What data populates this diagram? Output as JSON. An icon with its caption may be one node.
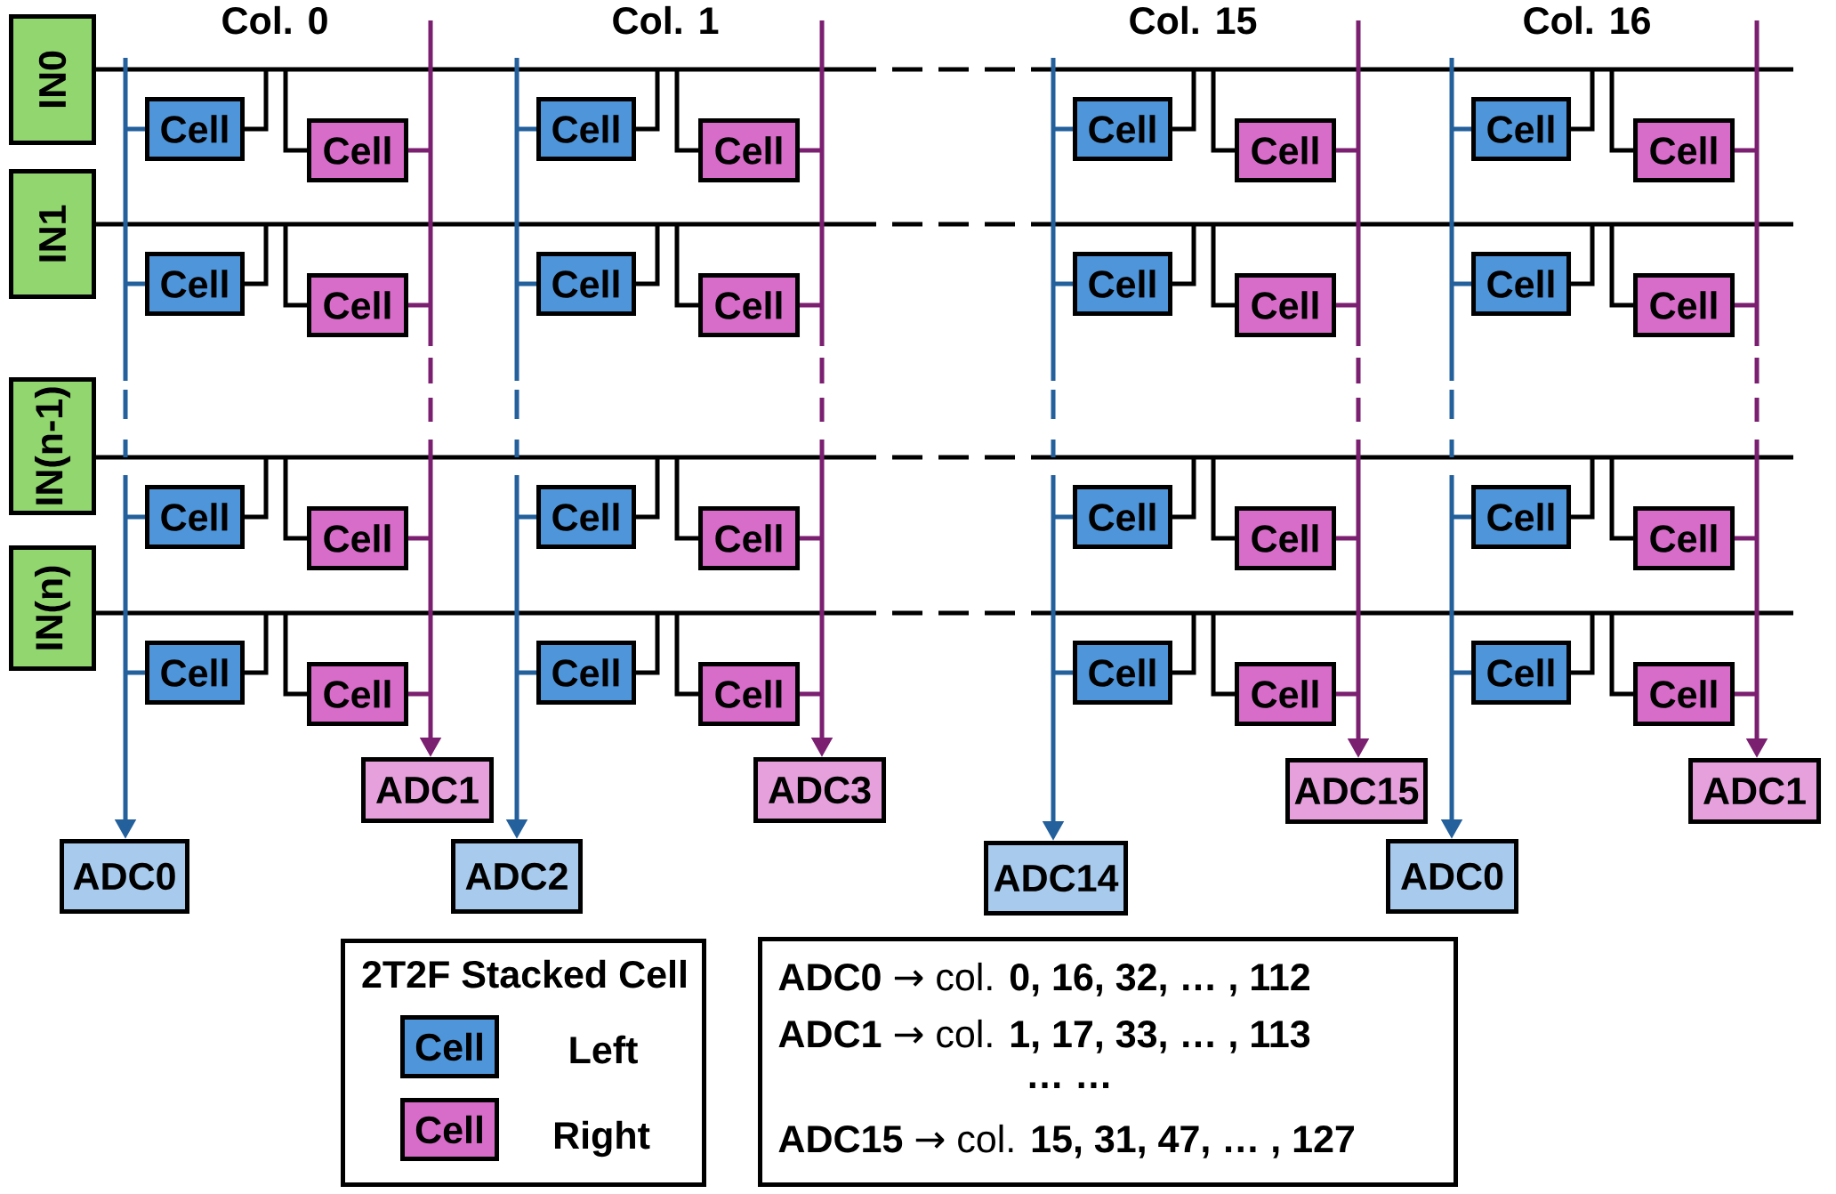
{
  "diagram": {
    "nodes": [
      {
        "text": [
          "IN0"
        ]
      },
      {
        "text": [
          "IN1"
        ]
      },
      {
        "text": [
          "IN(n-1)"
        ]
      },
      {
        "text": [
          "IN(n)"
        ]
      },
      {
        "text": [
          "Cell"
        ]
      },
      {
        "text": [
          "Cell"
        ]
      },
      {
        "text": [
          "Cell"
        ]
      },
      {
        "text": [
          "Cell"
        ]
      },
      {
        "text": [
          "Cell"
        ]
      },
      {
        "text": [
          "Cell"
        ]
      },
      {
        "text": [
          "Cell"
        ]
      },
      {
        "text": [
          "Cell"
        ]
      },
      {
        "text": [
          "Cell"
        ]
      },
      {
        "text": [
          "Cell"
        ]
      },
      {
        "text": [
          "Cell"
        ]
      },
      {
        "text": [
          "Cell"
        ]
      },
      {
        "text": [
          "Cell"
        ]
      },
      {
        "text": [
          "Cell"
        ]
      },
      {
        "text": [
          "Cell"
        ]
      },
      {
        "text": [
          "Cell"
        ]
      },
      {
        "text": [
          "Cell"
        ]
      },
      {
        "text": [
          "Cell"
        ]
      },
      {
        "text": [
          "Cell"
        ]
      },
      {
        "text": [
          "Cell"
        ]
      },
      {
        "text": [
          "Cell"
        ]
      },
      {
        "text": [
          "Cell"
        ]
      },
      {
        "text": [
          "Cell"
        ]
      },
      {
        "text": [
          "Cell"
        ]
      },
      {
        "text": [
          "Cell"
        ]
      },
      {
        "text": [
          "Cell"
        ]
      },
      {
        "text": [
          "Cell"
        ]
      },
      {
        "text": [
          "Cell"
        ]
      },
      {
        "text": [
          "Cell"
        ]
      },
      {
        "text": [
          "Cell"
        ]
      },
      {
        "text": [
          "Cell"
        ]
      },
      {
        "text": [
          "Cell"
        ]
      },
      {
        "text": [
          "ADC0"
        ]
      },
      {
        "text": [
          "ADC1"
        ]
      },
      {
        "text": [
          "ADC2"
        ]
      },
      {
        "text": [
          "ADC3"
        ]
      },
      {
        "text": [
          "ADC14"
        ]
      },
      {
        "text": [
          "ADC15"
        ]
      },
      {
        "text": [
          "ADC0"
        ]
      },
      {
        "text": [
          "ADC1"
        ]
      },
      {
        "text": [
          "2T2F Stacked Cell"
        ]
      },
      {
        "text": [
          "**ADC0** → col. **0, 16, 32, … , 112**",
          "**ADC1** → col. **1, 17, 33, … , 113**",
          "… …",
          "**ADC15** → col. **15, 31, 47, … , 127**"
        ]
      }
    ],
    "edges": [
      {
        "from": 0,
        "to": 4,
        "arrow": "none"
      },
      {
        "from": 0,
        "to": 5,
        "arrow": "none"
      },
      {
        "from": 0,
        "to": 6,
        "arrow": "none"
      },
      {
        "from": 0,
        "to": 7,
        "arrow": "none"
      },
      {
        "from": 0,
        "to": 8,
        "arrow": "none"
      },
      {
        "from": 0,
        "to": 9,
        "arrow": "none"
      },
      {
        "from": 0,
        "to": 10,
        "arrow": "none"
      },
      {
        "from": 0,
        "to": 11,
        "arrow": "none"
      },
      {
        "from": 1,
        "to": 12,
        "arrow": "none"
      },
      {
        "from": 1,
        "to": 13,
        "arrow": "none"
      },
      {
        "from": 1,
        "to": 14,
        "arrow": "none"
      },
      {
        "from": 1,
        "to": 15,
        "arrow": "none"
      },
      {
        "from": 1,
        "to": 16,
        "arrow": "none"
      },
      {
        "from": 1,
        "to": 17,
        "arrow": "none"
      },
      {
        "from": 1,
        "to": 18,
        "arrow": "none"
      },
      {
        "from": 1,
        "to": 19,
        "arrow": "none"
      },
      {
        "from": 2,
        "to": 20,
        "arrow": "none"
      },
      {
        "from": 2,
        "to": 21,
        "arrow": "none"
      },
      {
        "from": 2,
        "to": 22,
        "arrow": "none"
      },
      {
        "from": 2,
        "to": 23,
        "arrow": "none"
      },
      {
        "from": 2,
        "to": 24,
        "arrow": "none"
      },
      {
        "from": 2,
        "to": 25,
        "arrow": "none"
      },
      {
        "from": 2,
        "to": 26,
        "arrow": "none"
      },
      {
        "from": 2,
        "to": 27,
        "arrow": "none"
      },
      {
        "from": 3,
        "to": 28,
        "arrow": "none"
      },
      {
        "from": 3,
        "to": 29,
        "arrow": "none"
      },
      {
        "from": 3,
        "to": 30,
        "arrow": "none"
      },
      {
        "from": 3,
        "to": 31,
        "arrow": "none"
      },
      {
        "from": 3,
        "to": 32,
        "arrow": "none"
      },
      {
        "from": 3,
        "to": 33,
        "arrow": "none"
      },
      {
        "from": 3,
        "to": 34,
        "arrow": "none"
      },
      {
        "from": 3,
        "to": 35,
        "arrow": "none"
      },
      {
        "from": 4,
        "to": 36,
        "arrow": "to",
        "color": "#23609c"
      },
      {
        "from": 12,
        "to": 36,
        "arrow": "to",
        "color": "#23609c"
      },
      {
        "from": 20,
        "to": 36,
        "arrow": "to",
        "color": "#23609c"
      },
      {
        "from": 28,
        "to": 36,
        "arrow": "to",
        "color": "#23609c"
      },
      {
        "from": 5,
        "to": 37,
        "arrow": "to",
        "color": "#7b1f70"
      },
      {
        "from": 13,
        "to": 37,
        "arrow": "to",
        "color": "#7b1f70"
      },
      {
        "from": 21,
        "to": 37,
        "arrow": "to",
        "color": "#7b1f70"
      },
      {
        "from": 29,
        "to": 37,
        "arrow": "to",
        "color": "#7b1f70"
      },
      {
        "from": 6,
        "to": 38,
        "arrow": "to",
        "color": "#23609c"
      },
      {
        "from": 14,
        "to": 38,
        "arrow": "to",
        "color": "#23609c"
      },
      {
        "from": 22,
        "to": 38,
        "arrow": "to",
        "color": "#23609c"
      },
      {
        "from": 30,
        "to": 38,
        "arrow": "to",
        "color": "#23609c"
      },
      {
        "from": 7,
        "to": 39,
        "arrow": "to",
        "color": "#7b1f70"
      },
      {
        "from": 15,
        "to": 39,
        "arrow": "to",
        "color": "#7b1f70"
      },
      {
        "from": 23,
        "to": 39,
        "arrow": "to",
        "color": "#7b1f70"
      },
      {
        "from": 31,
        "to": 39,
        "arrow": "to",
        "color": "#7b1f70"
      },
      {
        "from": 8,
        "to": 40,
        "arrow": "to",
        "color": "#23609c"
      },
      {
        "from": 16,
        "to": 40,
        "arrow": "to",
        "color": "#23609c"
      },
      {
        "from": 24,
        "to": 40,
        "arrow": "to",
        "color": "#23609c"
      },
      {
        "from": 32,
        "to": 40,
        "arrow": "to",
        "color": "#23609c"
      },
      {
        "from": 9,
        "to": 41,
        "arrow": "to",
        "color": "#7b1f70"
      },
      {
        "from": 17,
        "to": 41,
        "arrow": "to",
        "color": "#7b1f70"
      },
      {
        "from": 25,
        "to": 41,
        "arrow": "to",
        "color": "#7b1f70"
      },
      {
        "from": 33,
        "to": 41,
        "arrow": "to",
        "color": "#7b1f70"
      },
      {
        "from": 10,
        "to": 42,
        "arrow": "to",
        "color": "#23609c"
      },
      {
        "from": 18,
        "to": 42,
        "arrow": "to",
        "color": "#23609c"
      },
      {
        "from": 26,
        "to": 42,
        "arrow": "to",
        "color": "#23609c"
      },
      {
        "from": 34,
        "to": 42,
        "arrow": "to",
        "color": "#23609c"
      },
      {
        "from": 11,
        "to": 43,
        "arrow": "to",
        "color": "#7b1f70"
      },
      {
        "from": 19,
        "to": 43,
        "arrow": "to",
        "color": "#7b1f70"
      },
      {
        "from": 27,
        "to": 43,
        "arrow": "to",
        "color": "#7b1f70"
      },
      {
        "from": 35,
        "to": 43,
        "arrow": "to",
        "color": "#7b1f70"
      }
    ],
    "labels": [
      "Col. 0",
      "Col. 1",
      "Col. 15",
      "Col. 16",
      "Cell",
      "Cell"
    ],
    "legend": [
      {
        "text": "Left",
        "color": "#4f95da"
      },
      {
        "text": "Right",
        "color": "#d86cc9"
      }
    ]
  }
}
